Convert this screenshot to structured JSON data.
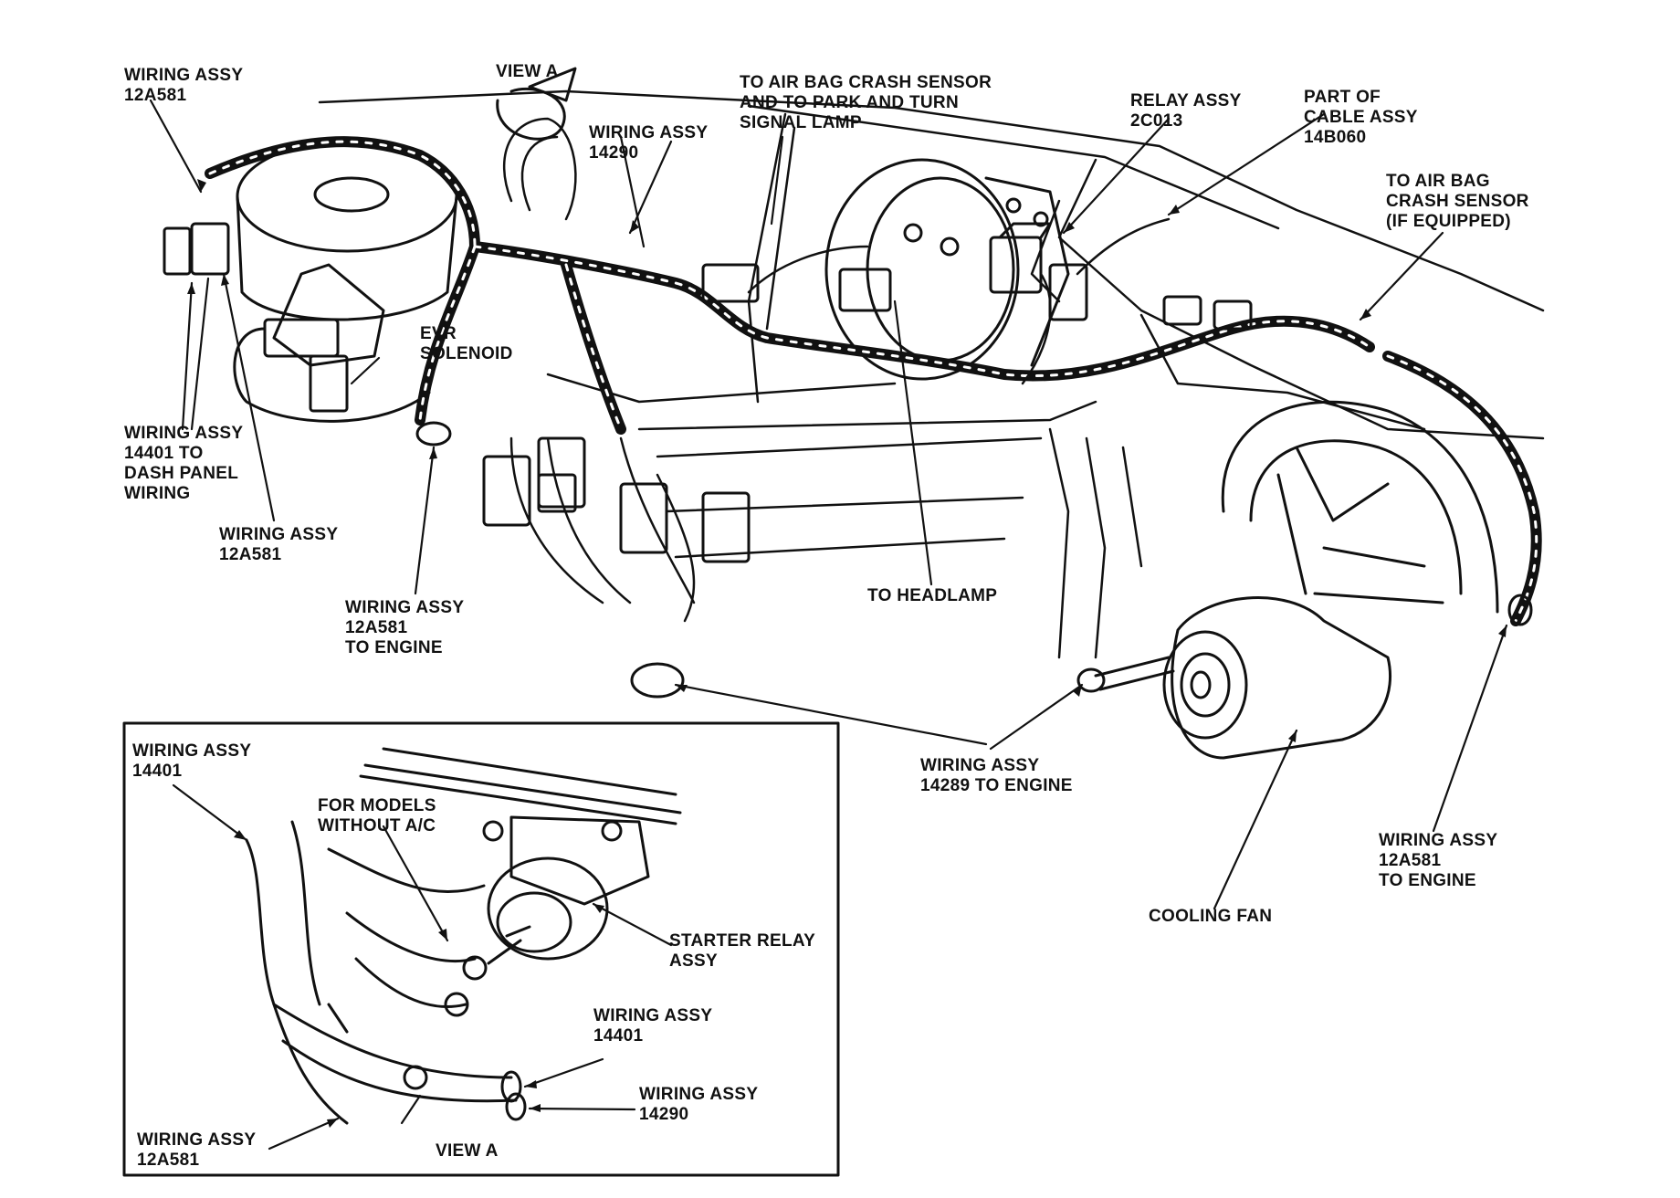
{
  "colors": {
    "ink": "#111111",
    "paper": "#ffffff"
  },
  "labels": {
    "wiring_12a581_top": [
      "WIRING ASSY",
      "12A581"
    ],
    "view_a_top": [
      "VIEW A"
    ],
    "air_bag_park": [
      "TO AIR BAG CRASH SENSOR",
      "AND TO PARK AND TURN",
      "SIGNAL LAMP"
    ],
    "wiring_14290_top": [
      "WIRING ASSY",
      "14290"
    ],
    "relay_2c013": [
      "RELAY ASSY",
      "2C013"
    ],
    "cable_14b060": [
      "PART OF",
      "CABLE ASSY",
      "14B060"
    ],
    "air_bag_sensor": [
      "TO AIR BAG",
      "CRASH SENSOR",
      "(IF EQUIPPED)"
    ],
    "evr_solenoid": [
      "EVR",
      "SOLENOID"
    ],
    "wiring_14401_dash": [
      "WIRING ASSY",
      "14401 TO",
      "DASH PANEL",
      "WIRING"
    ],
    "wiring_12a581_mid": [
      "WIRING ASSY",
      "12A581"
    ],
    "wiring_12a581_engine": [
      "WIRING ASSY",
      "12A581",
      "TO ENGINE"
    ],
    "to_headlamp": [
      "TO HEADLAMP"
    ],
    "wiring_14289": [
      "WIRING ASSY",
      "14289 TO ENGINE"
    ],
    "wiring_12a581_engine_right": [
      "WIRING ASSY",
      "12A581",
      "TO ENGINE"
    ],
    "cooling_fan": [
      "COOLING FAN"
    ],
    "inset_wiring_14401_top": [
      "WIRING ASSY",
      "14401"
    ],
    "inset_models_without_ac": [
      "FOR MODELS",
      "WITHOUT A/C"
    ],
    "inset_starter_relay": [
      "STARTER RELAY",
      "ASSY"
    ],
    "inset_wiring_14401_mid": [
      "WIRING ASSY",
      "14401"
    ],
    "inset_wiring_14290": [
      "WIRING ASSY",
      "14290"
    ],
    "inset_wiring_12a581": [
      "WIRING ASSY",
      "12A581"
    ],
    "inset_view_a": [
      "VIEW A"
    ]
  }
}
